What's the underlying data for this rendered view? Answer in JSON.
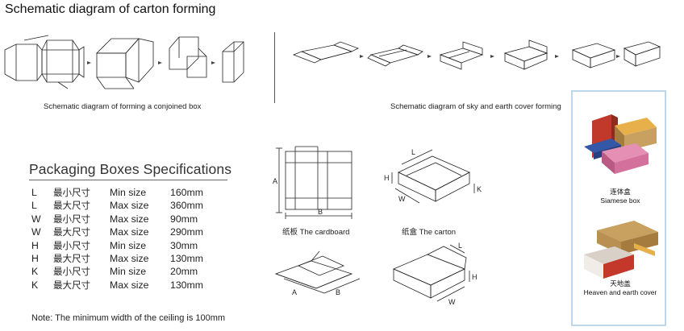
{
  "title": "Schematic diagram of carton forming",
  "captions": {
    "conjoined": "Schematic diagram of forming a conjoined box",
    "sky_earth": "Schematic diagram of sky and earth cover forming"
  },
  "specs": {
    "heading": "Packaging Boxes Specifications",
    "rows": [
      {
        "dim": "L",
        "cn": "最小尺寸",
        "kind": "Min size",
        "value": "160mm"
      },
      {
        "dim": "L",
        "cn": "最大尺寸",
        "kind": "Max size",
        "value": "360mm"
      },
      {
        "dim": "W",
        "cn": "最小尺寸",
        "kind": "Max size",
        "value": "90mm"
      },
      {
        "dim": "W",
        "cn": "最大尺寸",
        "kind": "Max size",
        "value": "290mm"
      },
      {
        "dim": "H",
        "cn": "最小尺寸",
        "kind": "Min size",
        "value": "30mm"
      },
      {
        "dim": "H",
        "cn": "最大尺寸",
        "kind": "Max size",
        "value": "130mm"
      },
      {
        "dim": "K",
        "cn": "最小尺寸",
        "kind": "Min size",
        "value": "20mm"
      },
      {
        "dim": "K",
        "cn": "最大尺寸",
        "kind": "Max size",
        "value": "130mm"
      }
    ],
    "note": "Note: The minimum width of the ceiling is 100mm"
  },
  "drawings": {
    "cardboard": "纸板 The cardboard",
    "carton": "纸盒 The carton",
    "label_A": "A",
    "label_B": "B",
    "label_L": "L",
    "label_H": "H",
    "label_K": "K",
    "label_W": "W"
  },
  "photos": {
    "siamese_cn": "连体盒",
    "siamese_en": "Siamese box",
    "heaven_cn": "天地盖",
    "heaven_en": "Heaven and earth cover"
  },
  "colors": {
    "panel_border": "#bcd8ea",
    "box_red": "#c0392b",
    "box_kraft": "#c8a060",
    "box_pink": "#e58fb4",
    "box_blue": "#3557a8"
  }
}
